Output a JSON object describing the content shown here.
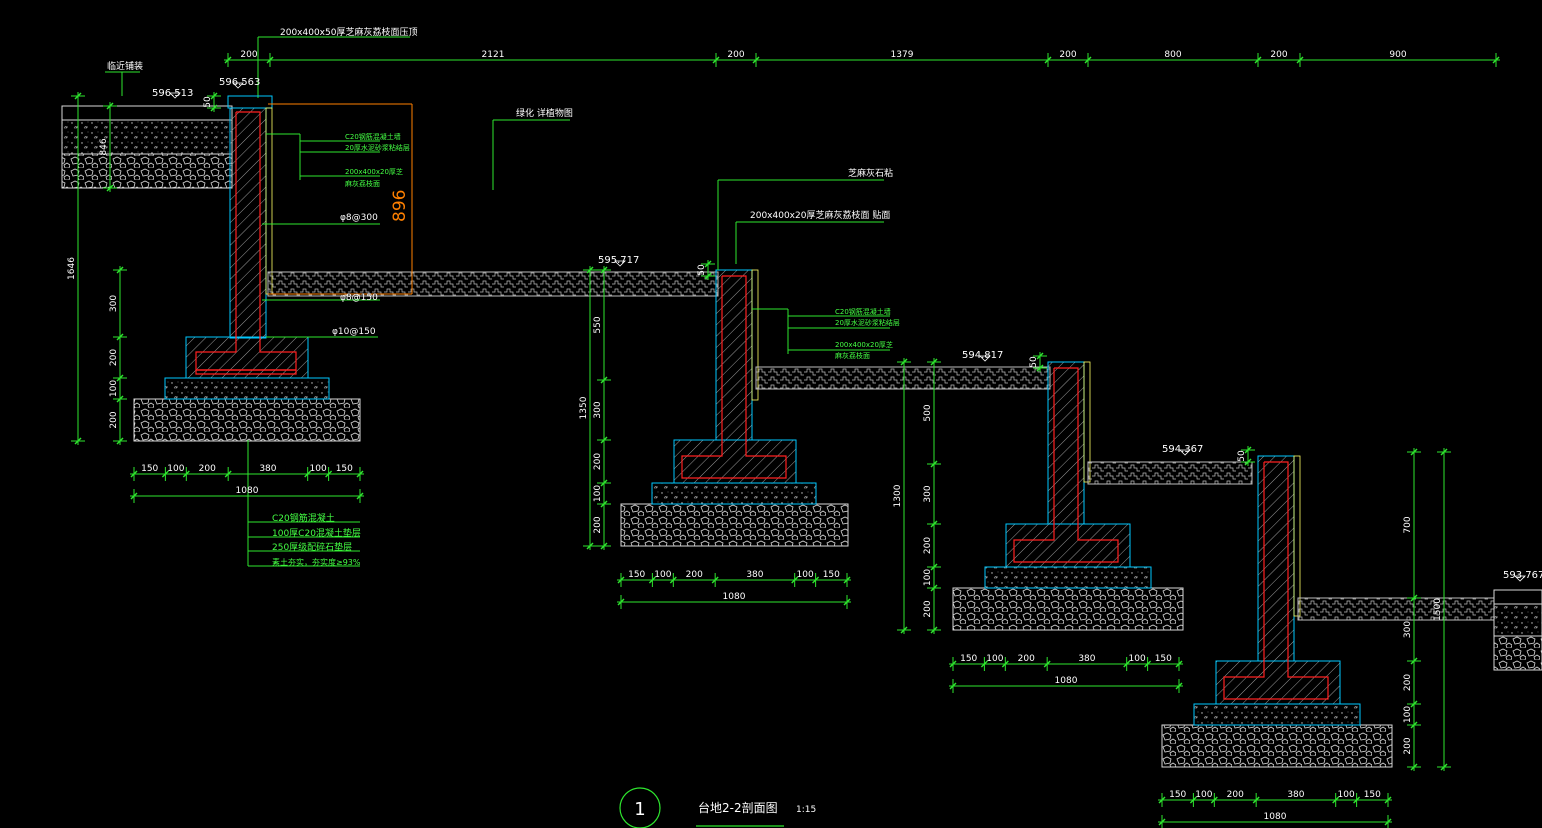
{
  "colors": {
    "background": "#000000",
    "dimension": "#2ee62e",
    "wall": "#00c8ff",
    "rebar": "#ff2020",
    "text": "#ffffff",
    "note": "#44ff44",
    "hatch": "#d8d8d8",
    "accent": "#ff8000",
    "finish": "#ffff66"
  },
  "top_dims": [
    "200",
    "2121",
    "200",
    "1379",
    "200",
    "800",
    "200",
    "900"
  ],
  "top_note": "200x400x50厚芝麻灰荔枝面压顶",
  "paving_label": "临近铺装",
  "greening_label": "绿化 详植物图",
  "levels": [
    "596.513",
    "596.563",
    "595.717",
    "594.817",
    "594.367",
    "593.767"
  ],
  "wall1": {
    "notes": [
      "C20钢筋混凝土墙",
      "20厚水泥砂浆粘结层",
      "200x400x20厚芝",
      "麻灰荔枝面"
    ],
    "rebar": [
      "φ8@300",
      "φ8@150",
      "φ10@150"
    ],
    "height_dim": "896",
    "left_dims": [
      "1646",
      "300",
      "200",
      "100",
      "200",
      "846",
      "50"
    ],
    "base_dims": [
      "150",
      "100",
      "200",
      "380",
      "100",
      "150"
    ],
    "base_total": "1080",
    "foundation_notes": [
      "C20钢筋混凝土",
      "100厚C20混凝土垫层",
      "250厚级配碎石垫层",
      "素土夯实，夯实度≥93%"
    ]
  },
  "wall2": {
    "notes_top": [
      "芝麻灰石粘",
      "200x400x20厚芝麻灰荔枝面 贴面"
    ],
    "notes": [
      "C20钢筋混凝土墙",
      "20厚水泥砂浆粘结层",
      "200x400x20厚芝",
      "麻灰荔枝面"
    ],
    "left_dims": [
      "550",
      "1350",
      "300",
      "200",
      "100",
      "200",
      "50"
    ],
    "base_dims": [
      "150",
      "100",
      "200",
      "380",
      "100",
      "150"
    ],
    "base_total": "1080"
  },
  "wall3": {
    "left_dims": [
      "500",
      "1300",
      "300",
      "200",
      "100",
      "200",
      "50"
    ],
    "base_dims": [
      "150",
      "100",
      "200",
      "380",
      "100",
      "150"
    ],
    "base_total": "1080"
  },
  "wall4": {
    "right_dims": [
      "700",
      "1500",
      "300",
      "200",
      "100",
      "200",
      "50"
    ],
    "base_dims": [
      "150",
      "100",
      "200",
      "380",
      "100",
      "150"
    ],
    "base_total": "1080"
  },
  "title": {
    "number": "1",
    "text": "台地2-2剖面图",
    "scale": "1:15"
  }
}
